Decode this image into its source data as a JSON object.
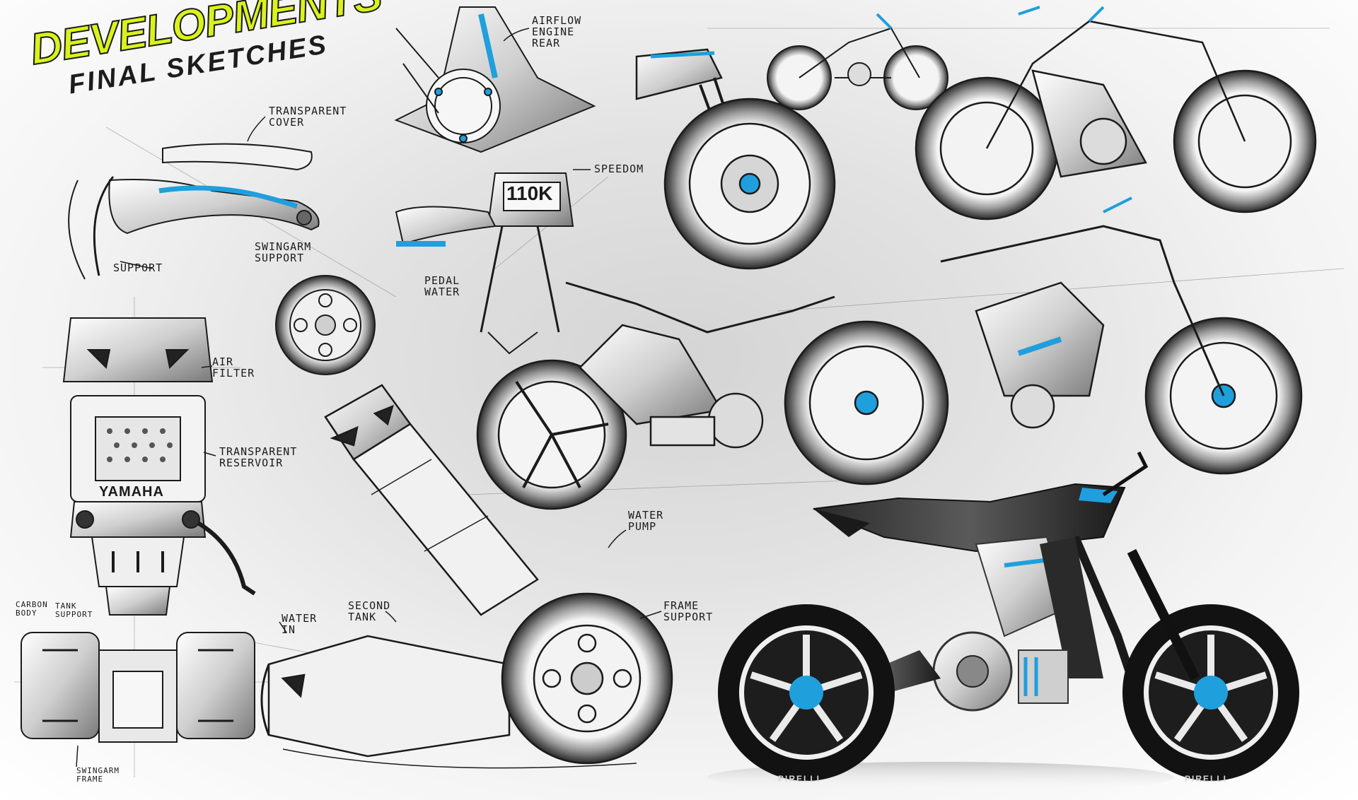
{
  "title": {
    "main": "DEVELOPMENTS",
    "sub": "FINAL SKETCHES"
  },
  "annotations": {
    "airflow_engine_rear": "AIRFLOW\nENGINE\nREAR",
    "transparent_cover": "TRANSPARENT\nCOVER",
    "speedometer": "SPEEDOM",
    "support": "SUPPORT",
    "swingarm_support": "SWINGARM\nSUPPORT",
    "pedal_water": "PEDAL\nWATER",
    "air_filter": "AIR\nFILTER",
    "transparent_reservoir": "TRANSPARENT\nRESERVOIR",
    "water_pump": "WATER\nPUMP",
    "second_tank": "SECOND\nTANK",
    "frame_support": "FRAME\nSUPPORT",
    "water_in": "WATER\nIN",
    "carbon_body": "CARBON\nBODY",
    "tank_support": "TANK\nSUPPORT",
    "swingarm_frame": "SWINGARM\nFRAME"
  },
  "brand_labels": {
    "tank_logo": "YAMAHA",
    "speedo_readout": "110K",
    "tyre_brand": "PIRELLI"
  },
  "palette": {
    "accent_blue": "#1f9fdc",
    "highlight_yellow": "#d9f21c",
    "ink": "#1b1b1b",
    "tyre_black": "#121212"
  }
}
